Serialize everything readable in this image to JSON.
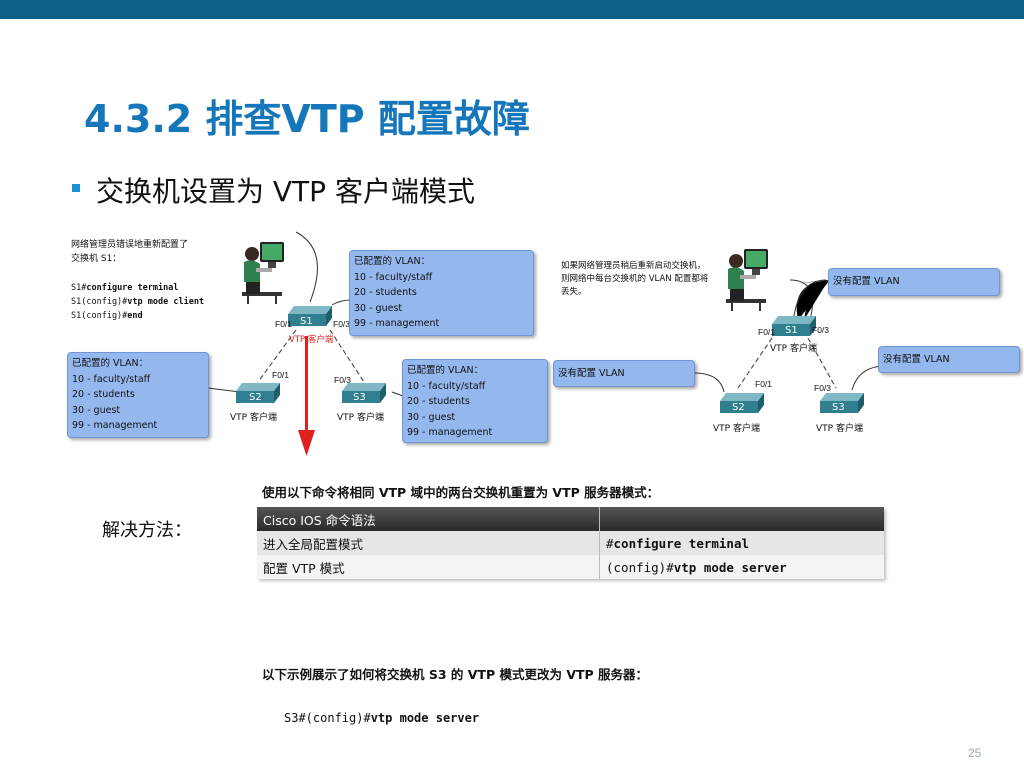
{
  "slide": {
    "title": "4.3.2 排查VTP 配置故障",
    "bullet": "交换机设置为 VTP 客户端模式",
    "page_number": "25"
  },
  "left_diagram": {
    "note_line1": "网络管理员错误地重新配置了",
    "note_line2": "交换机 S1：",
    "cmd1_prompt": "S1#",
    "cmd1_text": "configure terminal",
    "cmd2_prompt": "S1(config)#",
    "cmd2_text": "vtp mode client",
    "cmd3_prompt": "S1(config)#",
    "cmd3_text": "end",
    "s1_vlan_box": [
      "已配置的 VLAN：",
      "10 - faculty/staff",
      "20 - students",
      "30 - guest",
      "99 - management"
    ],
    "s2_vlan_box": [
      "已配置的 VLAN：",
      "10 - faculty/staff",
      "20 - students",
      "30 - guest",
      "99 - management"
    ],
    "s3_vlan_box": [
      "已配置的 VLAN：",
      "10 - faculty/staff",
      "20 - students",
      "30 - guest",
      "99 - management"
    ],
    "s1_label": "S1",
    "s2_label": "S2",
    "s3_label": "S3",
    "port_f01": "F0/1",
    "port_f03": "F0/3",
    "s1_mode": "VTP 客户端",
    "s2_mode": "VTP 客户端",
    "s3_mode": "VTP 客户端"
  },
  "right_diagram": {
    "note_line1": "如果网络管理员稍后重新启动交换机，",
    "note_line2": "则网络中每台交换机的 VLAN 配置都将",
    "note_line3": "丢失。",
    "s1_box": "没有配置 VLAN",
    "s2_box": "没有配置 VLAN",
    "s3_box": "没有配置 VLAN",
    "s1_label": "S1",
    "s2_label": "S2",
    "s3_label": "S3",
    "port_f01": "F0/1",
    "port_f03": "F0/3",
    "s1_mode": "VTP 客户端",
    "s2_mode": "VTP 客户端",
    "s3_mode": "VTP 客户端"
  },
  "solution": {
    "intro": "使用以下命令将相同 VTP 域中的两台交换机重置为 VTP 服务器模式：",
    "label": "解决方法：",
    "table_header": [
      "Cisco IOS 命令语法",
      ""
    ],
    "rows": [
      {
        "desc": "进入全局配置模式",
        "prompt": "#",
        "cmd": "configure terminal"
      },
      {
        "desc": "配置 VTP 模式",
        "prompt": "(config)#",
        "cmd": "vtp mode server"
      }
    ],
    "example_intro": "以下示例展示了如何将交换机 S3 的 VTP 模式更改为 VTP 服务器：",
    "example_prompt": "S3#(config)#",
    "example_cmd": "vtp mode server"
  },
  "colors": {
    "topbar": "#0e5f86",
    "title": "#1577ba",
    "bullet": "#1f8fd6",
    "vlan_box": "#94b8ee",
    "switch": "#2f7f8f",
    "arrow_red": "#e0201e"
  },
  "icons": [
    "person-at-computer-icon",
    "switch-icon",
    "red-down-arrow"
  ]
}
